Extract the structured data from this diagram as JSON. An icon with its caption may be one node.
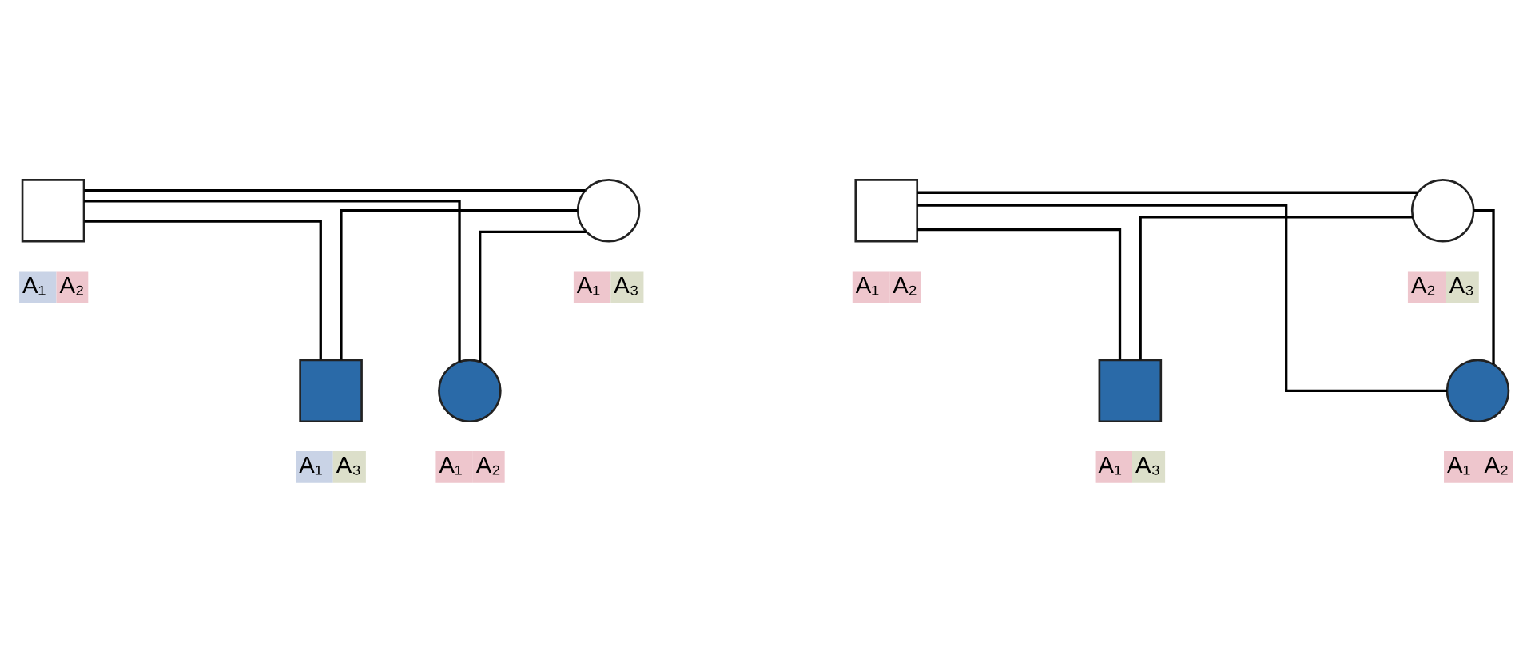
{
  "diagram": {
    "nodes": [
      {
        "text": [],
        "shape": "box",
        "beside": [
          "A₁ A₂"
        ]
      },
      {
        "text": [],
        "shape": "circle",
        "beside": [
          "A₁ A₃"
        ]
      },
      {
        "text": [],
        "shape": "box",
        "beside": [
          "A₁ A₃"
        ]
      },
      {
        "text": [],
        "shape": "circle",
        "beside": [
          "A₁ A₂"
        ]
      },
      {
        "text": [],
        "shape": "box",
        "beside": [
          "A₁ A₂"
        ]
      },
      {
        "text": [],
        "shape": "circle",
        "beside": [
          "A₂ A₃"
        ]
      },
      {
        "text": [],
        "shape": "box",
        "beside": [
          "A₁ A₃"
        ]
      },
      {
        "text": [],
        "shape": "circle",
        "beside": [
          "A₁ A₂"
        ]
      }
    ],
    "edges": [
      {
        "from": 0,
        "to": 1,
        "arrow": "none"
      },
      {
        "from": 0,
        "to": 2,
        "arrow": "none"
      },
      {
        "from": 0,
        "to": 3,
        "arrow": "none"
      },
      {
        "from": 1,
        "to": 2,
        "arrow": "none"
      },
      {
        "from": 1,
        "to": 3,
        "arrow": "none"
      },
      {
        "from": 4,
        "to": 5,
        "arrow": "none"
      },
      {
        "from": 4,
        "to": 6,
        "arrow": "none"
      },
      {
        "from": 4,
        "to": 7,
        "arrow": "none"
      },
      {
        "from": 5,
        "to": 6,
        "arrow": "none"
      },
      {
        "from": 5,
        "to": 7,
        "arrow": "none"
      }
    ]
  }
}
